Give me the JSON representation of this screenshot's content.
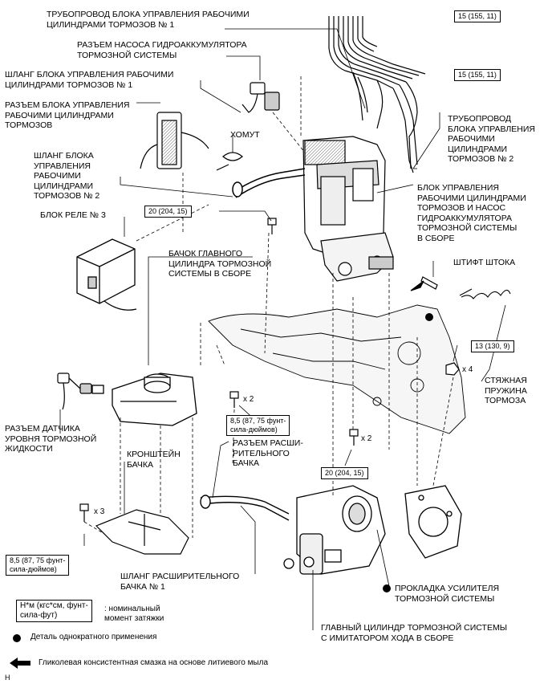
{
  "labels": {
    "pipe1": "ТРУБОПРОВОД БЛОКА УПРАВЛЕНИЯ РАБОЧИМИ\nЦИЛИНДРАМИ ТОРМОЗОВ № 1",
    "pump_connector": "РАЗЪЕМ НАСОСА ГИДРОАККУМУЛЯТОРА\nТОРМОЗНОЙ СИСТЕМЫ",
    "hose1": "ШЛАНГ БЛОКА УПРАВЛЕНИЯ РАБОЧИМИ\nЦИЛИНДРАМИ ТОРМОЗОВ № 1",
    "unit_connector": "РАЗЪЕМ БЛОКА УПРАВЛЕНИЯ\nРАБОЧИМИ ЦИЛИНДРАМИ\nТОРМОЗОВ",
    "clamp": "ХОМУТ",
    "hose2": "ШЛАНГ БЛОКА\nУПРАВЛЕНИЯ\nРАБОЧИМИ\nЦИЛИНДРАМИ\nТОРМОЗОВ № 2",
    "relay3": "БЛОК РЕЛЕ № 3",
    "reservoir": "БАЧОК ГЛАВНОГО\nЦИЛИНДРА ТОРМОЗНОЙ\nСИСТЕМЫ В СБОРЕ",
    "pipe2": "ТРУБОПРОВОД\nБЛОКА УПРАВЛЕНИЯ\nРАБОЧИМИ\nЦИЛИНДРАМИ\nТОРМОЗОВ № 2",
    "actuator": "БЛОК УПРАВЛЕНИЯ\nРАБОЧИМИ ЦИЛИНДРАМИ\nТОРМОЗОВ И НАСОС\nГИДРОАККУМУЛЯТОРА\nТОРМОЗНОЙ СИСТЕМЫ\nВ СБОРЕ",
    "rod_pin": "ШТИФТ ШТОКА",
    "return_spring": "СТЯЖНАЯ\nПРУЖИНА\nТОРМОЗА",
    "level_sensor": "РАЗЪЕМ ДАТЧИКА\nУРОВНЯ ТОРМОЗНОЙ\nЖИДКОСТИ",
    "bracket": "КРОНШТЕЙН\nБАЧКА",
    "ext_connector": "РАЗЪЕМ РАСШИ-\nРИТЕЛЬНОГО\nБАЧКА",
    "res_hose": "ШЛАНГ РАСШИРИТЕЛЬНОГО\nБАЧКА № 1",
    "gasket": "ПРОКЛАДКА УСИЛИТЕЛЯ\nТОРМОЗНОЙ СИСТЕМЫ",
    "master_cyl": "ГЛАВНЫЙ ЦИЛИНДР ТОРМОЗНОЙ СИСТЕМЫ\nС ИМИТАТОРОМ ХОДА В СБОРЕ"
  },
  "torques": {
    "t1": "15 (155, 11)",
    "t2": "15 (155, 11)",
    "t3": "20 (204, 15)",
    "t4": "13 (130, 9)",
    "t5": "8,5 (87, 75 фунт-\nсила-дюймов)",
    "t6": "20 (204, 15)",
    "t7": "8,5 (87, 75 фунт-\nсила-дюймов)"
  },
  "multipliers": {
    "m_x2_top": "x 2",
    "m_x4": "x 4",
    "m_x2_mid": "x 2",
    "m_x3": "x 3"
  },
  "legend": {
    "torque_box": "Н*м (кгс*см, фунт-\nсила-фут)",
    "torque_desc": ": номинальный\nмомент затяжки",
    "non_reusable": "Деталь однократного применения",
    "grease": "Гликолевая консистентная смазка на основе литиевого мыла"
  },
  "figure_id": "H",
  "colors": {
    "ink": "#000000",
    "paper": "#ffffff",
    "hatch": "#555555"
  }
}
